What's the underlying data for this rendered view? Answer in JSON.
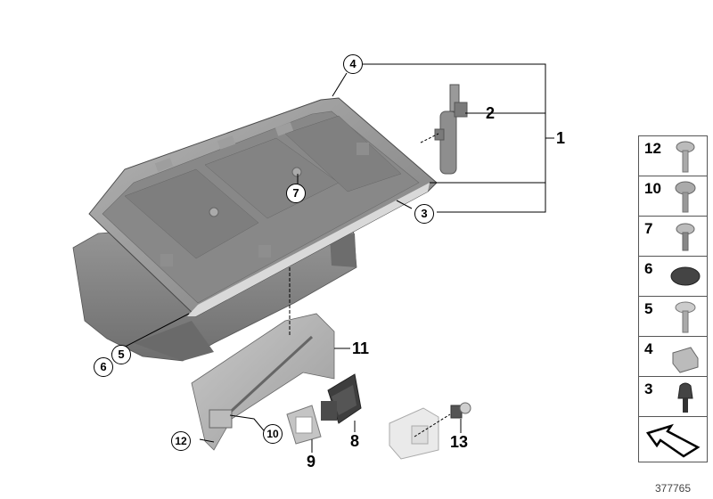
{
  "diagram": {
    "type": "exploded parts diagram",
    "subject": "Glove box assembly",
    "reference_number": "377765",
    "callouts": [
      {
        "id": "1",
        "style": "plain",
        "label": "1"
      },
      {
        "id": "2",
        "style": "plain",
        "label": "2"
      },
      {
        "id": "3",
        "style": "circled",
        "label": "3"
      },
      {
        "id": "4",
        "style": "circled",
        "label": "4"
      },
      {
        "id": "5",
        "style": "circled",
        "label": "5"
      },
      {
        "id": "6",
        "style": "circled",
        "label": "6"
      },
      {
        "id": "7",
        "style": "circled",
        "label": "7"
      },
      {
        "id": "8",
        "style": "plain",
        "label": "8"
      },
      {
        "id": "9",
        "style": "plain",
        "label": "9"
      },
      {
        "id": "10",
        "style": "circled",
        "label": "10"
      },
      {
        "id": "11",
        "style": "plain",
        "label": "11"
      },
      {
        "id": "12",
        "style": "circled",
        "label": "12"
      },
      {
        "id": "13",
        "style": "plain",
        "label": "13"
      }
    ],
    "legend": {
      "items": [
        {
          "number": "12",
          "icon": "torx-screw-icon"
        },
        {
          "number": "10",
          "icon": "torx-screw-icon"
        },
        {
          "number": "7",
          "icon": "torx-screw-short-icon"
        },
        {
          "number": "6",
          "icon": "round-cap-icon"
        },
        {
          "number": "5",
          "icon": "washer-screw-icon"
        },
        {
          "number": "4",
          "icon": "clip-nut-icon"
        },
        {
          "number": "3",
          "icon": "rubber-buffer-icon"
        },
        {
          "number": "",
          "icon": "arrow-icon"
        }
      ]
    },
    "colors": {
      "part_gray": "#8a8a8a",
      "part_dark": "#5e5e5e",
      "part_light": "#c8c8c8",
      "line": "#000000",
      "background": "#ffffff"
    }
  }
}
